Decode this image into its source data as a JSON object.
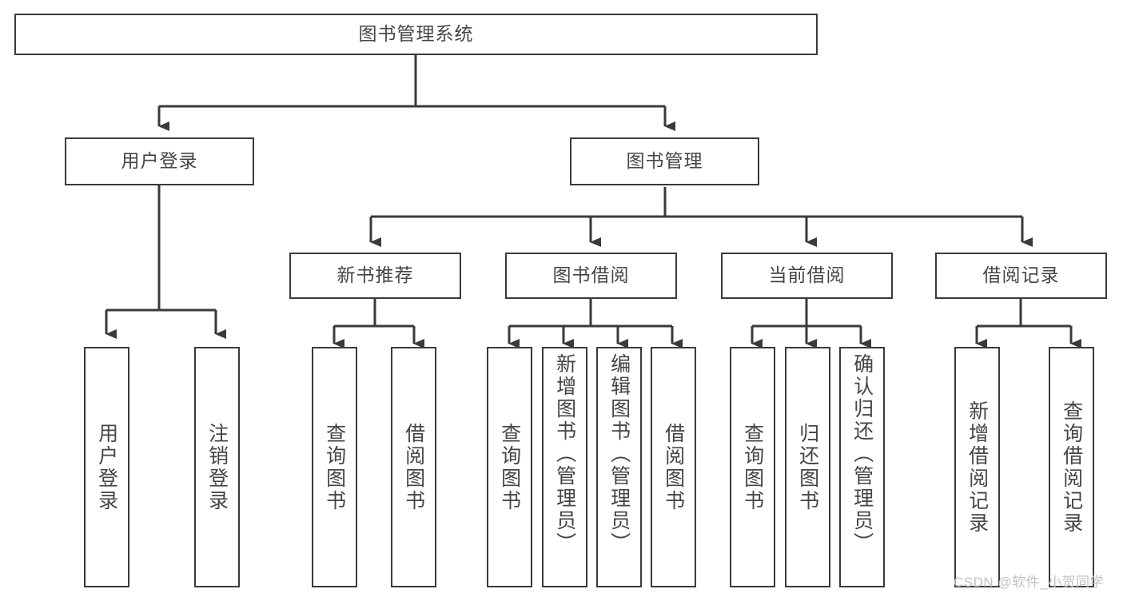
{
  "diagram": {
    "type": "hierarchy-tree",
    "title": "图书管理系统",
    "levels": 4,
    "root": {
      "id": "root",
      "label": "图书管理系统"
    },
    "level2": [
      {
        "id": "user-login",
        "label": "用户登录"
      },
      {
        "id": "book-manage",
        "label": "图书管理"
      }
    ],
    "level3": [
      {
        "id": "new-book-rec",
        "label": "新书推荐",
        "parent": "book-manage"
      },
      {
        "id": "book-borrow",
        "label": "图书借阅",
        "parent": "book-manage"
      },
      {
        "id": "current-borrow",
        "label": "当前借阅",
        "parent": "book-manage"
      },
      {
        "id": "borrow-record",
        "label": "借阅记录",
        "parent": "book-manage"
      }
    ],
    "leaves": [
      {
        "id": "leaf-user-login",
        "label": "用户登录",
        "parent": "user-login"
      },
      {
        "id": "leaf-logout",
        "label": "注销登录",
        "parent": "user-login"
      },
      {
        "id": "leaf-query-book-1",
        "label": "查询图书",
        "parent": "new-book-rec"
      },
      {
        "id": "leaf-borrow-book-1",
        "label": "借阅图书",
        "parent": "new-book-rec"
      },
      {
        "id": "leaf-query-book-2",
        "label": "查询图书",
        "parent": "book-borrow"
      },
      {
        "id": "leaf-add-book",
        "label": "新增图书（管理员）",
        "parent": "book-borrow"
      },
      {
        "id": "leaf-edit-book",
        "label": "编辑图书（管理员）",
        "parent": "book-borrow"
      },
      {
        "id": "leaf-borrow-book-2",
        "label": "借阅图书",
        "parent": "book-borrow"
      },
      {
        "id": "leaf-query-book-3",
        "label": "查询图书",
        "parent": "current-borrow"
      },
      {
        "id": "leaf-return-book",
        "label": "归还图书",
        "parent": "current-borrow"
      },
      {
        "id": "leaf-confirm-return",
        "label": "确认归还（管理员）",
        "parent": "current-borrow"
      },
      {
        "id": "leaf-add-record",
        "label": "新增借阅记录",
        "parent": "borrow-record"
      },
      {
        "id": "leaf-query-record",
        "label": "查询借阅记录",
        "parent": "borrow-record"
      }
    ],
    "watermark": "CSDN @软件_小贺同学",
    "colors": {
      "background": "#ffffff",
      "box_border": "#3a3a3a",
      "box_fill": "#ffffff",
      "text": "#454545",
      "connector": "#3a3a3a",
      "watermark": "#c2c2c2"
    }
  }
}
